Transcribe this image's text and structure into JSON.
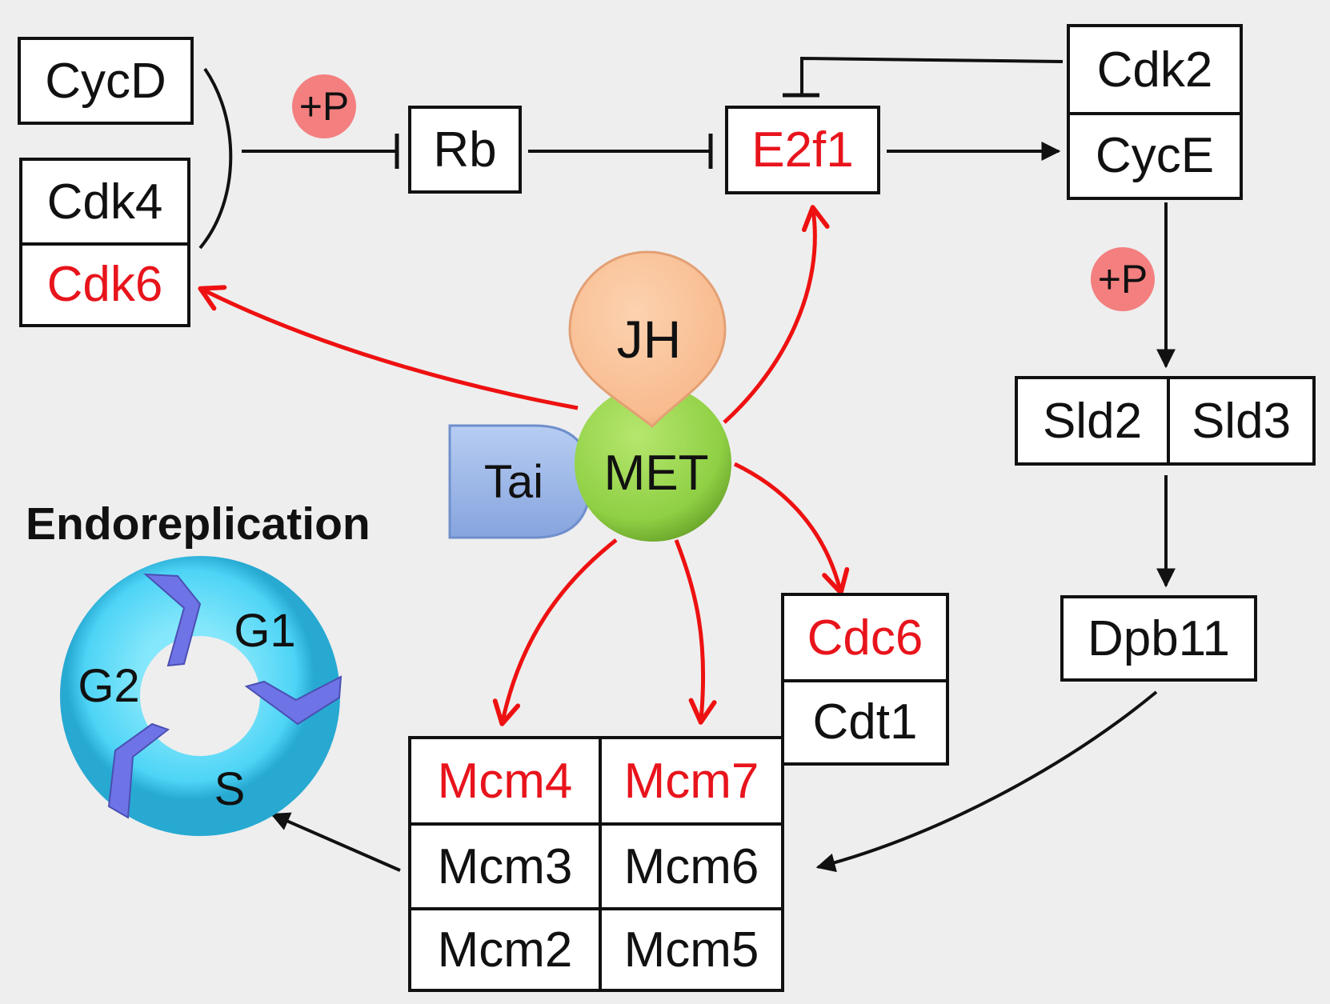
{
  "nodes": {
    "cycd": "CycD",
    "cdk4": "Cdk4",
    "cdk6": "Cdk6",
    "rb": "Rb",
    "e2f1": "E2f1",
    "cdk2": "Cdk2",
    "cyce": "CycE",
    "sld2": "Sld2",
    "sld3": "Sld3",
    "dpb11": "Dpb11",
    "cdc6": "Cdc6",
    "cdt1": "Cdt1",
    "mcm4": "Mcm4",
    "mcm7": "Mcm7",
    "mcm3": "Mcm3",
    "mcm6": "Mcm6",
    "mcm2": "Mcm2",
    "mcm5": "Mcm5"
  },
  "phospho_label": "+P",
  "center": {
    "jh": "JH",
    "met": "MET",
    "tai": "Tai"
  },
  "cycle": {
    "title": "Endoreplication",
    "g1": "G1",
    "g2": "G2",
    "s": "S"
  },
  "colors": {
    "upregulated_text": "#e8141c",
    "upregulation_arrow": "#ee1111",
    "phospho_badge": "#f47f7f",
    "jh_fill": "#f8bb8e",
    "met_fill": "#8fd044",
    "tai_fill": "#9bb6e6",
    "cycle_ring": "#4ed4f6",
    "cycle_chevron": "#6e74e6"
  }
}
